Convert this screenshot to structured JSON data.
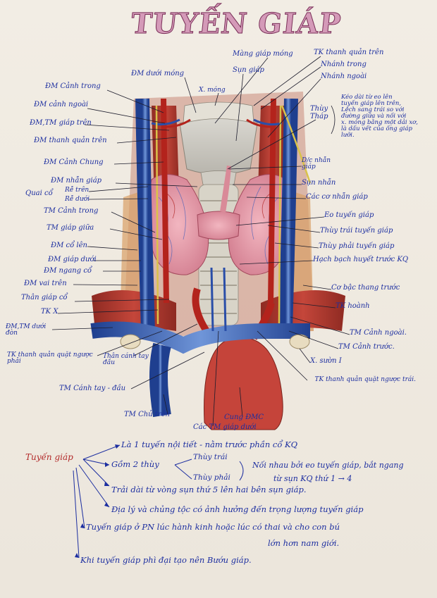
{
  "title": "TUYẾN GIÁP",
  "labels": {
    "mang_giap_mong": "Màng giáp móng",
    "tk_thanh_quan_tren": "TK thanh quản trên",
    "nhanh_trong": "Nhánh trong",
    "nhanh_ngoai": "Nhánh ngoài",
    "sun_giap": "Sụn giáp",
    "dm_duoi_mong": "ĐM dưới móng",
    "x_mong": "X. móng",
    "dm_canh_trong": "ĐM Cảnh trong",
    "dm_canh_ngoai": "ĐM cảnh ngoài",
    "dm_tm_giap_tren": "ĐM,TM giáp trên",
    "dm_thanh_quan_tren": "ĐM thanh quản trên",
    "dm_canh_chung": "ĐM Cảnh Chung",
    "dm_nhan_giap": "ĐM nhẫn giáp",
    "quai_co": "Quai cổ",
    "re_tren": "Rễ trên",
    "re_duoi": "Rễ dưới",
    "tm_canh_trong": "TM Cảnh trong",
    "tm_giap_giua": "TM giáp giữa",
    "dm_co_len": "ĐM cổ lên",
    "dm_giap_duoi": "ĐM giáp dưới",
    "dm_ngang_co": "ĐM ngang cổ",
    "dm_vai_tren": "ĐM vai trên",
    "than_giap_co": "Thân giáp cổ",
    "tk_x": "TK X",
    "dm_tm_duoi_don": "ĐM,TM dưới đòn",
    "tk_thanh_quan_quat_nguoc_phai": "TK thanh quản quặt ngược phải",
    "than_canh_tay_dau": "Thân cánh tay - đầu",
    "tm_canh_tay_dau": "TM Cánh tay - đầu",
    "tm_chu_tren": "TM Chủ trên",
    "cac_tm_giap_duoi": "Các TM giáp dưới",
    "cung_dmc": "Cung ĐMC",
    "tk_thanh_quan_quat_nguoc_trai": "TK thanh quản quặt ngược trái.",
    "x_suon_i": "X. sườn I",
    "tm_canh_truoc": "TM Cảnh trước.",
    "tm_canh_ngoai": "TM Cảnh ngoài.",
    "tk_hoanh": "TK hoành",
    "co_bac_thang_truoc": "Cơ bậc thang trước",
    "hach_bach_huyet": "Hạch bạch huyết trước KQ",
    "thuy_phai": "Thùy phải tuyến giáp",
    "thuy_trai": "Thùy trái tuyến giáp",
    "eo_tuyen_giap": "Eo tuyến giáp",
    "cac_co_nhan_giap": "Các cơ nhẫn giáp",
    "sun_nhan": "Sụn nhẫn",
    "dc_nhan_giap": "D/c nhẫn giáp",
    "thuy_thap": "Thùy Tháp",
    "thuy_thap_note": [
      "Kéo dài từ eo lên",
      "tuyến giáp lên trên,",
      "Lệch sang trái so với",
      "đường giữa và nối với",
      "x. móng bằng một dải xơ,",
      "là dấu vết của ống giáp",
      "lưỡi."
    ]
  },
  "notes": {
    "heading": "Tuyến giáp",
    "line1": "Là 1 tuyến nội tiết - nằm trước phần cổ KQ",
    "gom_2_thuy": "Gồm 2 thùy",
    "thuy_trai": "Thùy trái",
    "thuy_phai": "Thùy phải",
    "noi_nhau": "Nối nhau bởi eo tuyến giáp, bắt ngang",
    "tu_sun": "từ sụn KQ thứ 1 → 4",
    "line3": "Trải dài từ vòng sụn thứ 5 lên hai bên sụn giáp.",
    "line4": "Địa lý và chủng tộc có ảnh hưởng đến trọng lượng tuyến giáp",
    "line5a": "Tuyến giáp ở PN lúc hành kinh hoặc lúc có thai và cho con bú",
    "line5b": "lớn hơn nam giới.",
    "line6": "Khi tuyến giáp phì đại tạo nên Bướu giáp."
  }
}
